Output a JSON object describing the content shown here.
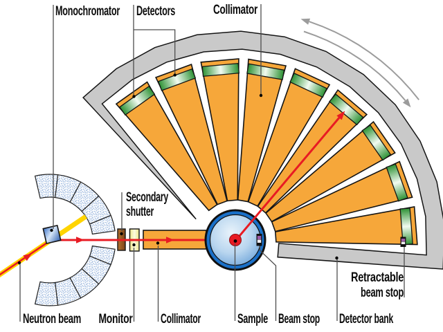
{
  "figure": {
    "type": "instrument-schematic",
    "description_labels_visible_only": true
  },
  "labels": {
    "monochromator": "Monochromator",
    "detectors": "Detectors",
    "collimator_top": "Collimator",
    "secondary_shutter_line1": "Secondary",
    "secondary_shutter_line2": "shutter",
    "neutron_beam": "Neutron beam",
    "monitor": "Monitor",
    "collimator_bottom": "Collimator",
    "sample": "Sample",
    "beam_stop": "Beam stop",
    "detector_bank": "Detector bank",
    "retractable_line1": "Retractable",
    "retractable_line2": "beam stop"
  },
  "components": {
    "collimator_channel_count": 9,
    "detector_count": 9,
    "shield_block_count": 10
  },
  "colors": {
    "wedge_orange": "#F6A73A",
    "band_gray": "#C9C9C9",
    "outline_black": "#141414",
    "detector_green": "#2E9235",
    "detector_center": "#F2FBF1",
    "beam_red": "#E81B23",
    "beam_yellow": "#FFD400",
    "sample_ring_blue": "#1A70C8",
    "shield_dot_blue": "#7AA0D4",
    "monitor_yellow": "#EEE68A",
    "shutter_brown": "#9D5A22",
    "mono_blue": "#3B71C6",
    "stop_purple": "#9C5AA8",
    "rotation_arrow_gray": "#9C9C9C",
    "leader_gray": "#4D4D4D"
  }
}
